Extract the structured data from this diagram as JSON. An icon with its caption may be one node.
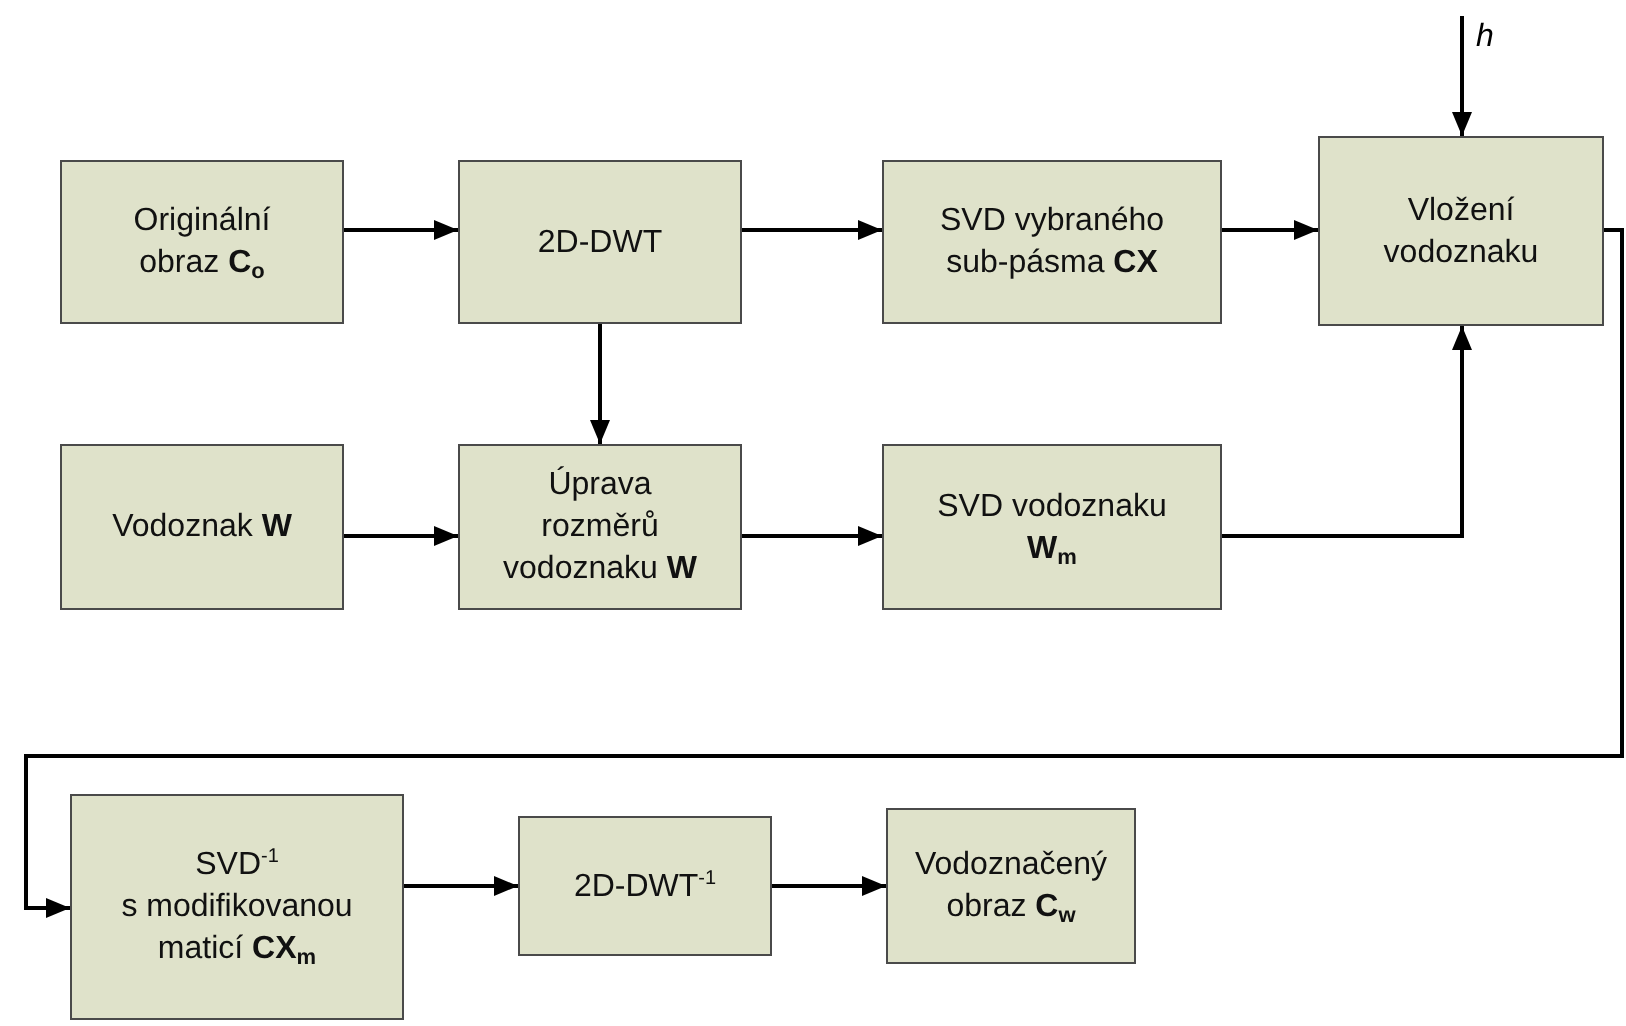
{
  "diagram": {
    "nodes": [
      {
        "text": [
          "Originální obraz **C**$_{o}$"
        ]
      },
      {
        "text": [
          "2D-DWT"
        ]
      },
      {
        "text": [
          "SVD vybraného sub-pásma **CX**"
        ]
      },
      {
        "text": [
          "Vložení vodoznaku"
        ]
      },
      {
        "text": [
          "Vodoznak **W**"
        ]
      },
      {
        "text": [
          "Úprava rozměrů vodoznaku **W**"
        ]
      },
      {
        "text": [
          "SVD vodoznaku **W**$_{m}$"
        ]
      },
      {
        "text": [
          "SVD$^{-1}$",
          "s modifikovanou maticí **CX**$_{m}$"
        ]
      },
      {
        "text": [
          "2D-DWT$^{-1}$"
        ]
      },
      {
        "text": [
          "Vodoznačený obraz **C**$_{w}$"
        ]
      }
    ],
    "edges": [
      {
        "from": 0,
        "to": 1,
        "arrow": "to"
      },
      {
        "from": 1,
        "to": 2,
        "arrow": "to"
      },
      {
        "from": 2,
        "to": 3,
        "arrow": "to"
      },
      {
        "from": null,
        "to": 3,
        "arrow": "to",
        "label": "h"
      },
      {
        "from": 1,
        "to": 5,
        "arrow": "to"
      },
      {
        "from": 4,
        "to": 5,
        "arrow": "to"
      },
      {
        "from": 5,
        "to": 6,
        "arrow": "to"
      },
      {
        "from": 6,
        "to": 3,
        "arrow": "to"
      },
      {
        "from": 3,
        "to": 7,
        "arrow": "to"
      },
      {
        "from": 7,
        "to": 8,
        "arrow": "to"
      },
      {
        "from": 8,
        "to": 9,
        "arrow": "to"
      }
    ]
  }
}
